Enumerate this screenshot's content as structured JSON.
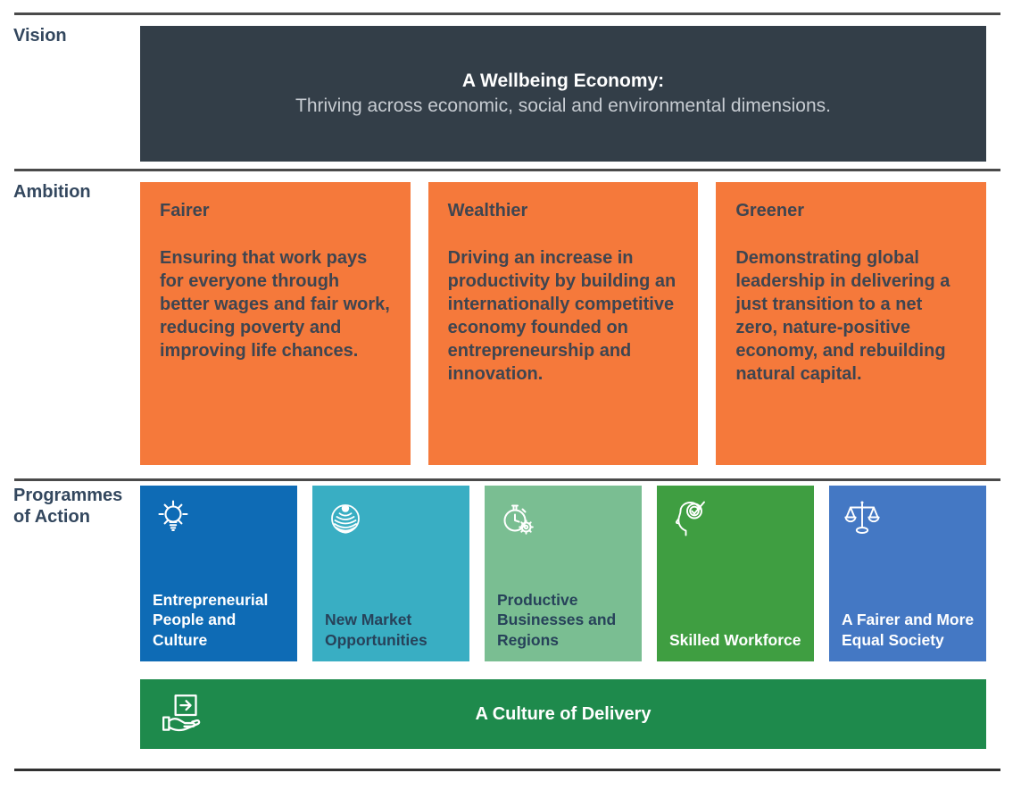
{
  "colors": {
    "vision_bg": "#333e48",
    "vision_subtitle_text": "#c7ccd2",
    "ambition_bg": "#f5793b",
    "ambition_text": "#3e4550",
    "delivery_bg": "#1e8a4c",
    "delivery_text": "#ffffff"
  },
  "vision": {
    "label": "Vision",
    "title": "A Wellbeing Economy:",
    "subtitle": "Thriving across economic, social and environmental dimensions."
  },
  "ambition": {
    "label": "Ambition",
    "cards": [
      {
        "title": "Fairer",
        "body": "Ensuring that work pays for everyone through better wages and fair work, reducing poverty and improving life chances."
      },
      {
        "title": "Wealthier",
        "body": "Driving an increase in productivity by building an internationally competitive economy founded on entrepreneurship and innovation."
      },
      {
        "title": "Greener",
        "body": "Demonstrating global leadership in delivering a just transition to a net zero, nature-positive economy, and rebuilding natural capital."
      }
    ]
  },
  "programmes": {
    "label": "Programmes of Action",
    "cards": [
      {
        "label": "Entrepreneurial People and Culture",
        "icon": "lightbulb-icon",
        "bg": "#0e6bb5",
        "fg": "#ffffff"
      },
      {
        "label": "New Market Opportunities",
        "icon": "globe-rings-icon",
        "bg": "#39aec3",
        "fg": "#27425a"
      },
      {
        "label": "Productive Businesses and Regions",
        "icon": "stopwatch-gear-icon",
        "bg": "#7abe92",
        "fg": "#27425a"
      },
      {
        "label": "Skilled Workforce",
        "icon": "head-target-icon",
        "bg": "#3f9e41",
        "fg": "#ffffff"
      },
      {
        "label": "A Fairer and More Equal Society",
        "icon": "scales-icon",
        "bg": "#4478c4",
        "fg": "#ffffff"
      }
    ],
    "delivery": {
      "label": "A Culture of Delivery",
      "icon": "hand-delivery-icon"
    }
  }
}
